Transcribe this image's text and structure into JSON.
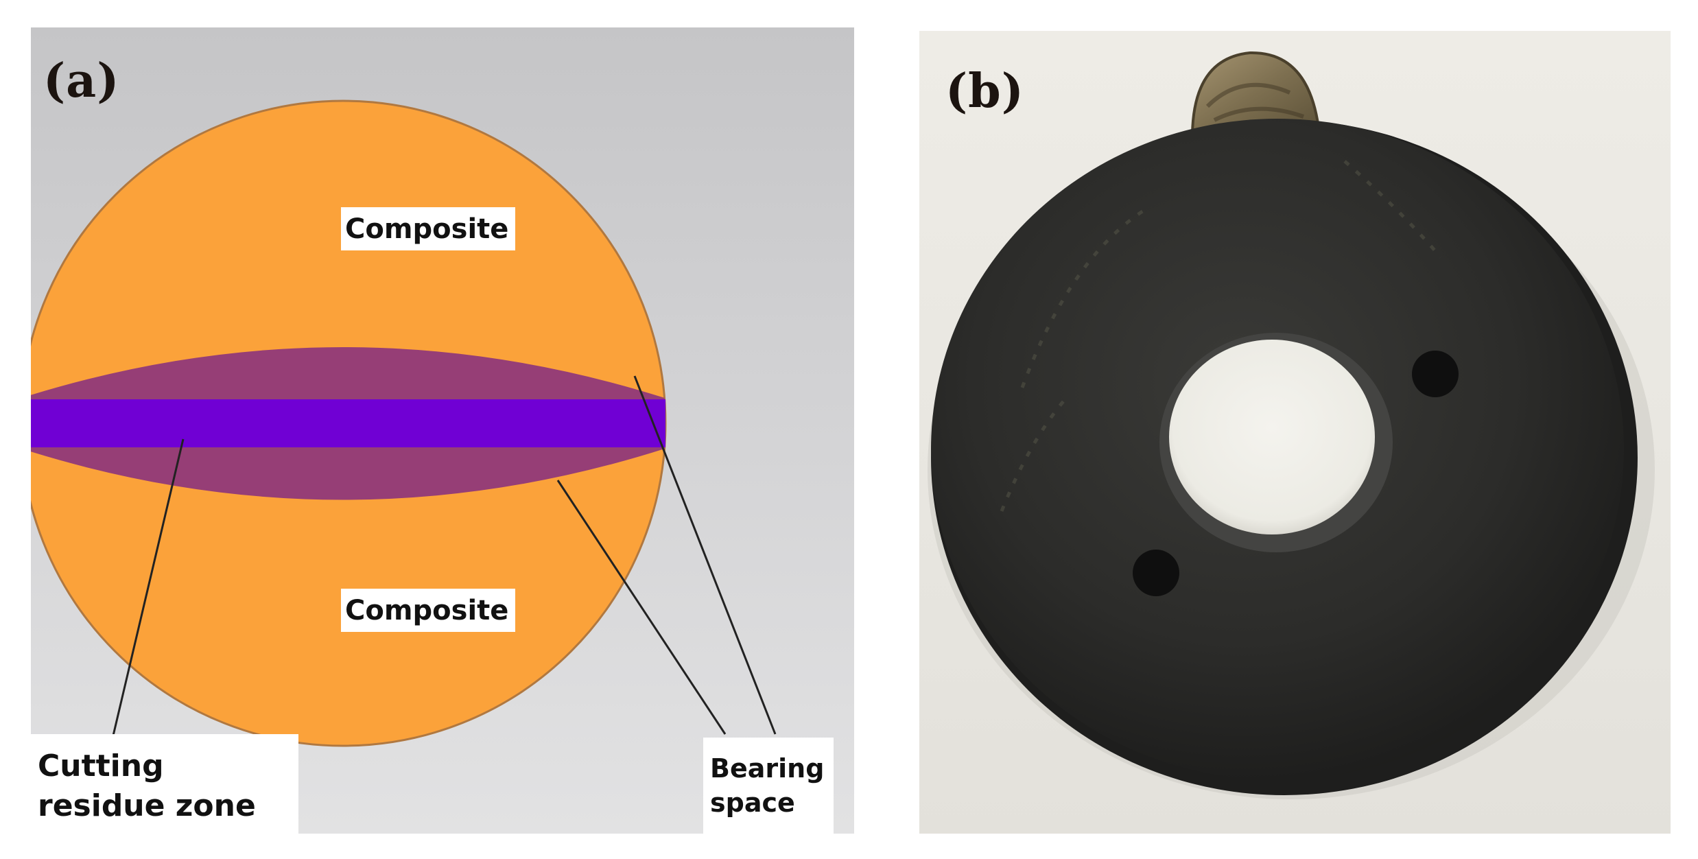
{
  "figure": {
    "panel_a": {
      "label": "(a)",
      "composite_top": "Composite",
      "composite_bottom": "Composite",
      "cutting_residue_line1": "Cutting",
      "cutting_residue_line2": "residue zone",
      "bearing_space_line1": "Bearing",
      "bearing_space_line2": "space",
      "colors": {
        "background": "#cfcfd1",
        "composite": "#fba23a",
        "bearing_space": "#963e76",
        "cutting_residue_zone": "#7000d4",
        "leader_line": "#222222"
      }
    },
    "panel_b": {
      "label": "(b)",
      "image_description_icon": "black-disc-sample-photo",
      "colors": {
        "background": "#eae8e2",
        "disc": "#2c2c2a",
        "insert": "#8a7c5a"
      }
    }
  }
}
